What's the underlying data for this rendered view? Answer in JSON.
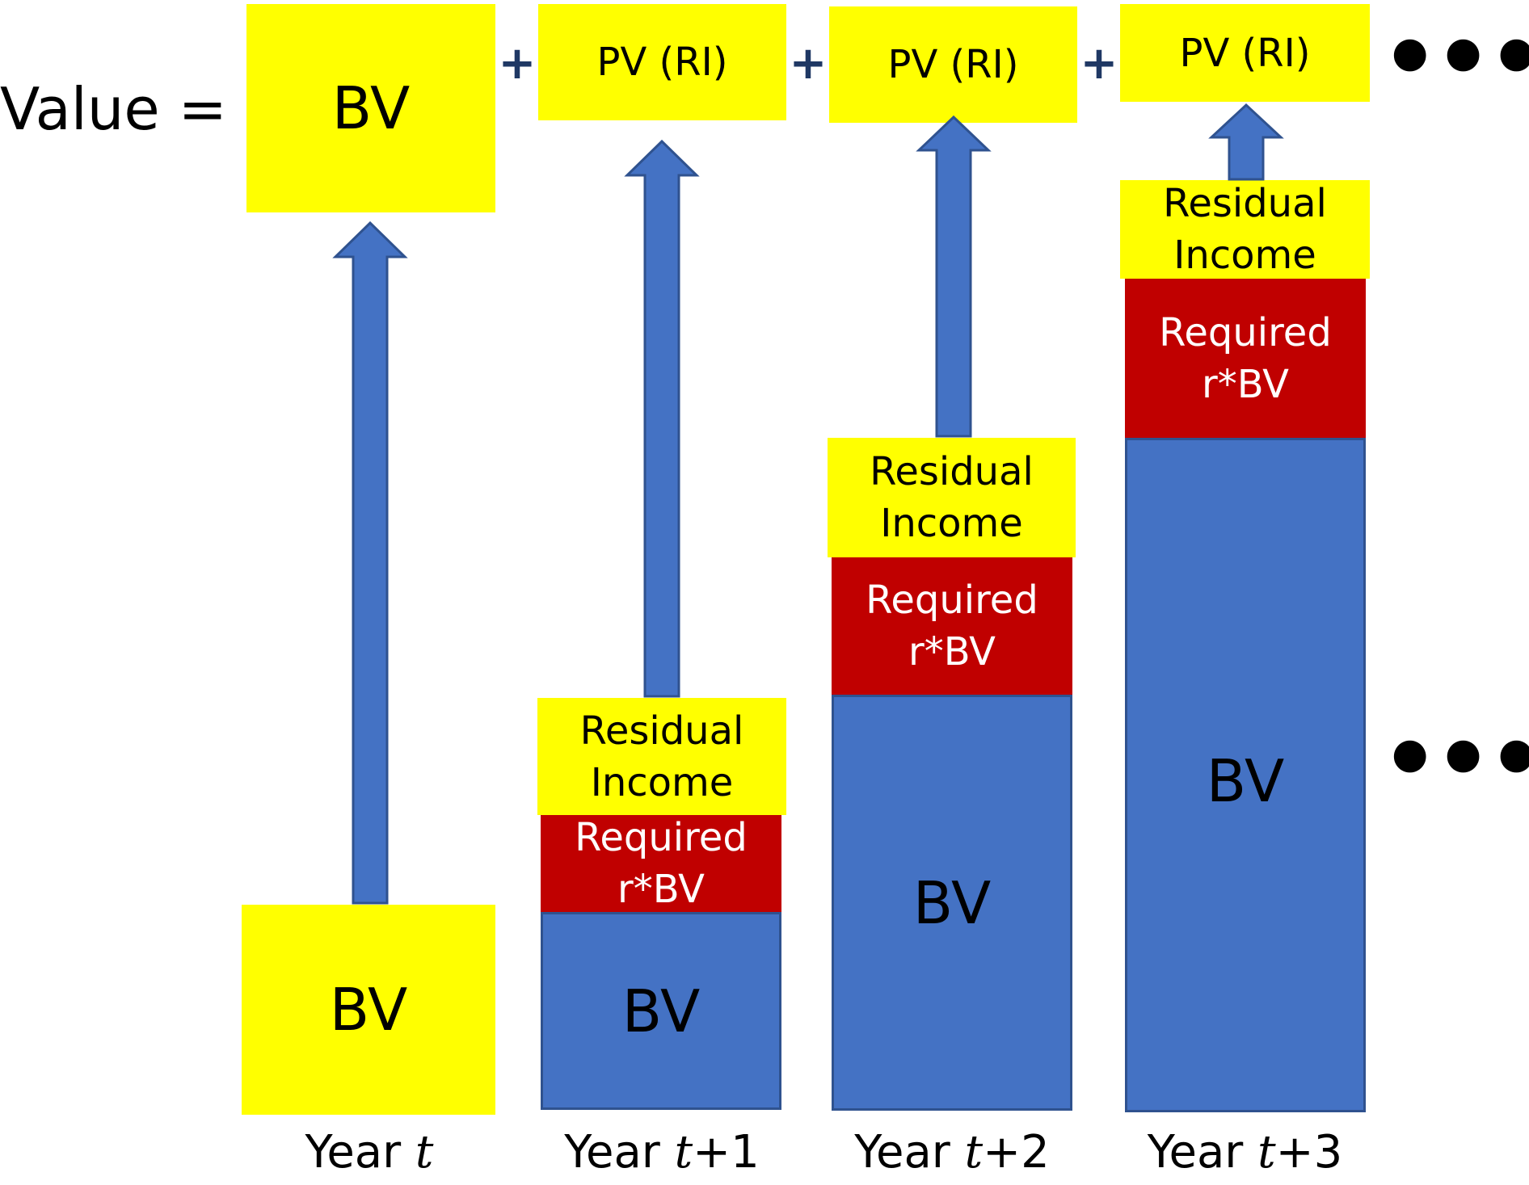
{
  "equation": {
    "lhs": "Value =",
    "operator": "+",
    "ellipsis": "● ● ●"
  },
  "top_terms": [
    {
      "label": "BV"
    },
    {
      "label": "PV (RI)"
    },
    {
      "label": "PV (RI)"
    },
    {
      "label": "PV (RI)"
    }
  ],
  "columns": [
    {
      "year_prefix": "Year ",
      "year_var": "t",
      "year_suffix": "",
      "bv_label": "BV"
    },
    {
      "year_prefix": "Year ",
      "year_var": "t",
      "year_suffix": "+1",
      "bv_label": "BV",
      "required_line1": "Required",
      "required_line2": "r*BV",
      "ri_line1": "Residual",
      "ri_line2": "Income"
    },
    {
      "year_prefix": "Year ",
      "year_var": "t",
      "year_suffix": "+2",
      "bv_label": "BV",
      "required_line1": "Required",
      "required_line2": "r*BV",
      "ri_line1": "Residual",
      "ri_line2": "Income"
    },
    {
      "year_prefix": "Year ",
      "year_var": "t",
      "year_suffix": "+3",
      "bv_label": "BV",
      "required_line1": "Required",
      "required_line2": "r*BV",
      "ri_line1": "Residual",
      "ri_line2": "Income"
    }
  ],
  "colors": {
    "bv_block": "#4472c4",
    "highlight": "#ffff00",
    "required_return": "#c00000",
    "arrow": "#4472c4"
  }
}
